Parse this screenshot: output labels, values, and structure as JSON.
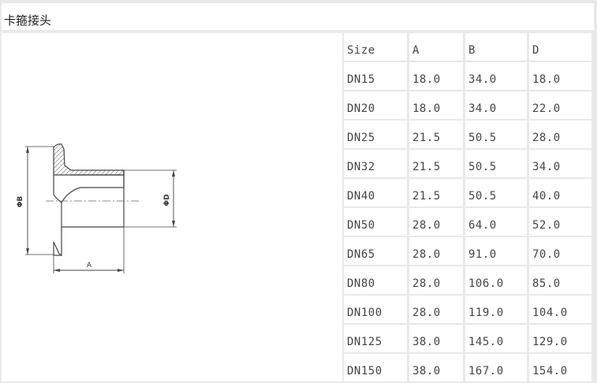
{
  "title": "卡箍接头",
  "drawing": {
    "label_b": "ΦB",
    "label_d": "ΦD",
    "label_a": "A"
  },
  "table": {
    "headers": [
      "Size",
      "A",
      "B",
      "D"
    ],
    "rows": [
      [
        "DN15",
        "18.0",
        "34.0",
        "18.0"
      ],
      [
        "DN20",
        "18.0",
        "34.0",
        "22.0"
      ],
      [
        "DN25",
        "21.5",
        "50.5",
        "28.0"
      ],
      [
        "DN32",
        "21.5",
        "50.5",
        "34.0"
      ],
      [
        "DN40",
        "21.5",
        "50.5",
        "40.0"
      ],
      [
        "DN50",
        "28.0",
        "64.0",
        "52.0"
      ],
      [
        "DN65",
        "28.0",
        "91.0",
        "70.0"
      ],
      [
        "DN80",
        "28.0",
        "106.0",
        "85.0"
      ],
      [
        "DN100",
        "28.0",
        "119.0",
        "104.0"
      ],
      [
        "DN125",
        "38.0",
        "145.0",
        "129.0"
      ],
      [
        "DN150",
        "38.0",
        "167.0",
        "154.0"
      ]
    ]
  }
}
